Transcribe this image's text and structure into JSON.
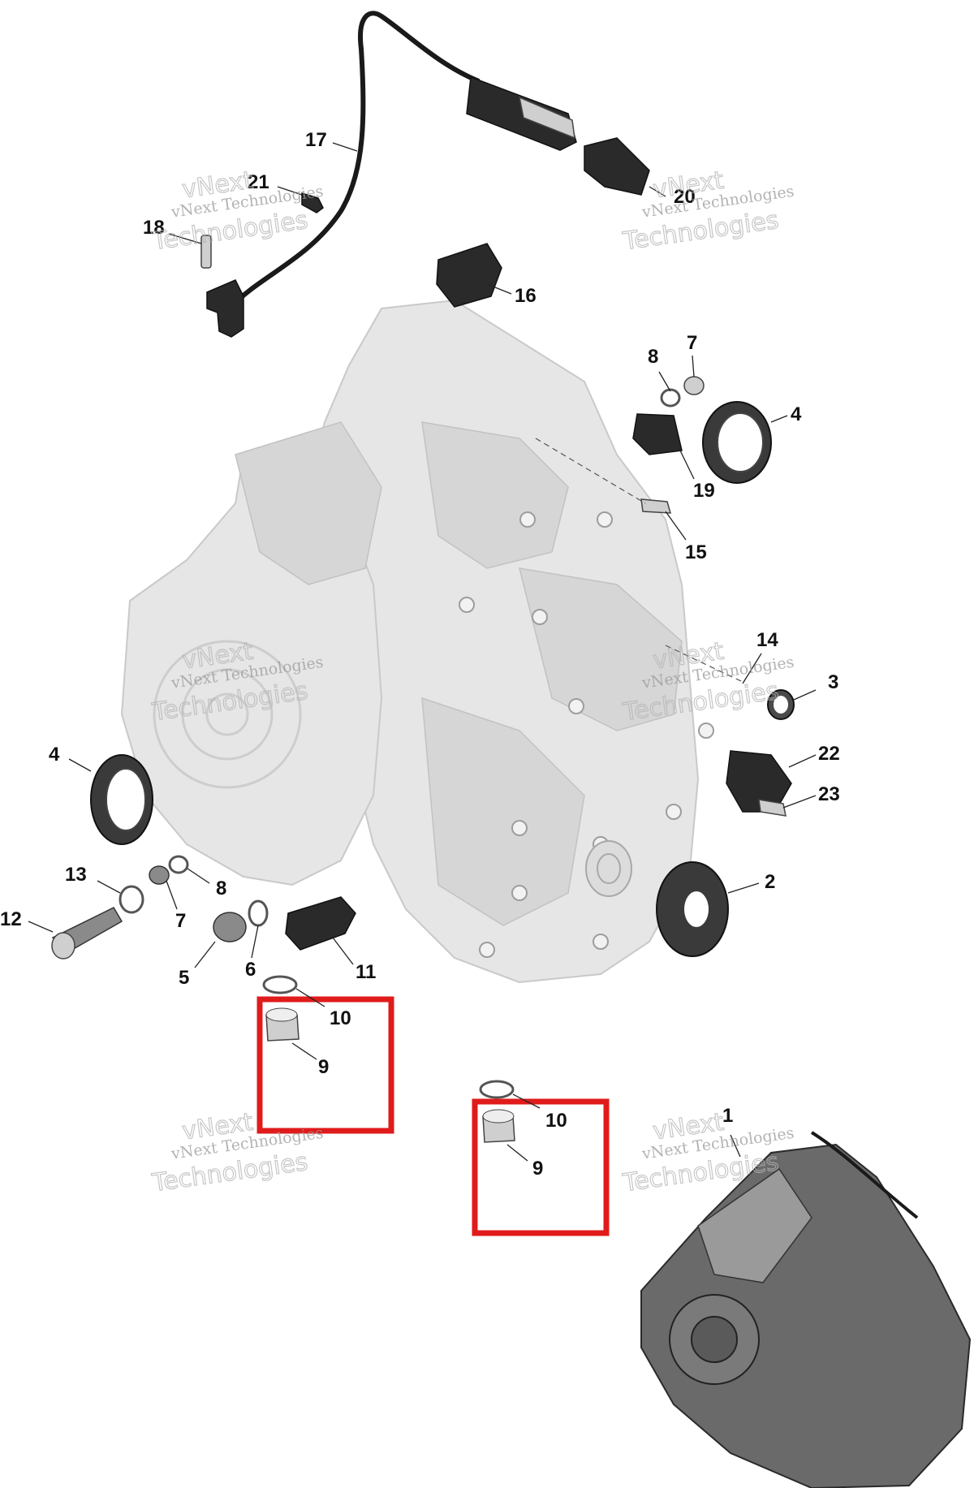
{
  "watermark": {
    "line1": "vNext",
    "line2": "vNext Technologies",
    "line3": "Technologies"
  },
  "callouts": [
    {
      "id": "c17",
      "label": "17"
    },
    {
      "id": "c21",
      "label": "21"
    },
    {
      "id": "c18",
      "label": "18"
    },
    {
      "id": "c20",
      "label": "20"
    },
    {
      "id": "c16",
      "label": "16"
    },
    {
      "id": "c8a",
      "label": "8"
    },
    {
      "id": "c7a",
      "label": "7"
    },
    {
      "id": "c4a",
      "label": "4"
    },
    {
      "id": "c19",
      "label": "19"
    },
    {
      "id": "c15",
      "label": "15"
    },
    {
      "id": "c14",
      "label": "14"
    },
    {
      "id": "c3",
      "label": "3"
    },
    {
      "id": "c22",
      "label": "22"
    },
    {
      "id": "c23",
      "label": "23"
    },
    {
      "id": "c4b",
      "label": "4"
    },
    {
      "id": "c2",
      "label": "2"
    },
    {
      "id": "c13",
      "label": "13"
    },
    {
      "id": "c8b",
      "label": "8"
    },
    {
      "id": "c7b",
      "label": "7"
    },
    {
      "id": "c12",
      "label": "12"
    },
    {
      "id": "c5",
      "label": "5"
    },
    {
      "id": "c6",
      "label": "6"
    },
    {
      "id": "c11",
      "label": "11"
    },
    {
      "id": "c10a",
      "label": "10"
    },
    {
      "id": "c9a",
      "label": "9"
    },
    {
      "id": "c10b",
      "label": "10"
    },
    {
      "id": "c9b",
      "label": "9"
    },
    {
      "id": "c1",
      "label": "1"
    }
  ],
  "colors": {
    "highlight": "#e01b1b",
    "housing": "#e6e6e6",
    "part": "#2a2a2a"
  }
}
